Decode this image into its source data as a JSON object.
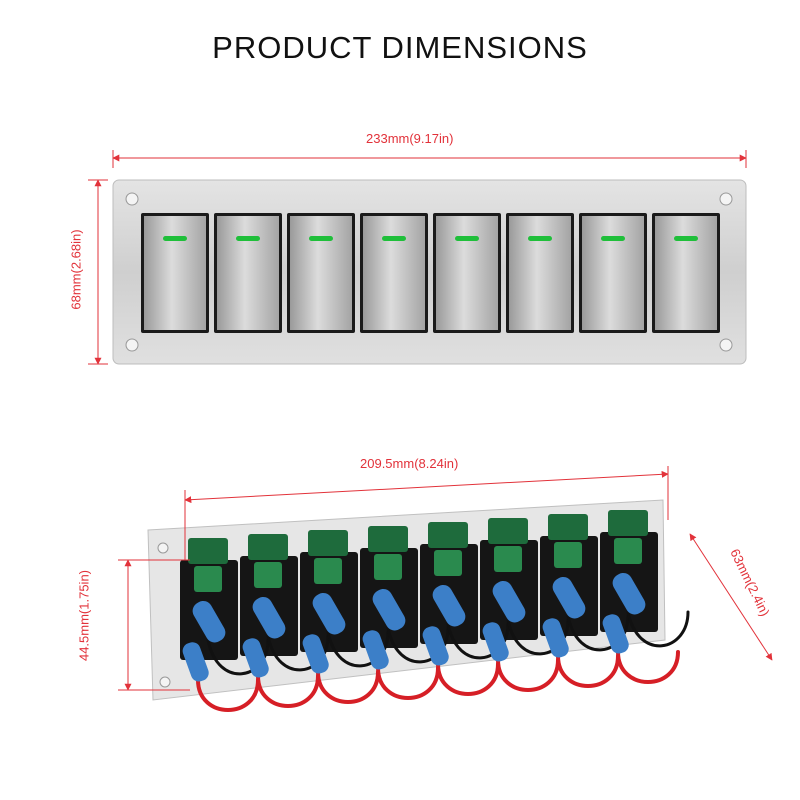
{
  "title": "PRODUCT DIMENSIONS",
  "dimensions": {
    "front_width": "233mm(9.17in)",
    "front_height": "68mm(2.68in)",
    "back_width": "209.5mm(8.24in)",
    "back_height": "44.5mm(1.75in)",
    "back_depth": "63mm(2.4in)"
  },
  "switch_count": 8,
  "colors": {
    "dimension_line": "#e2323a",
    "indicator": "#1fbf3a",
    "fuse_holder": "#1e6b3c",
    "terminal": "#3c7fc8",
    "wire_red": "#d61f26",
    "wire_black": "#111111"
  }
}
